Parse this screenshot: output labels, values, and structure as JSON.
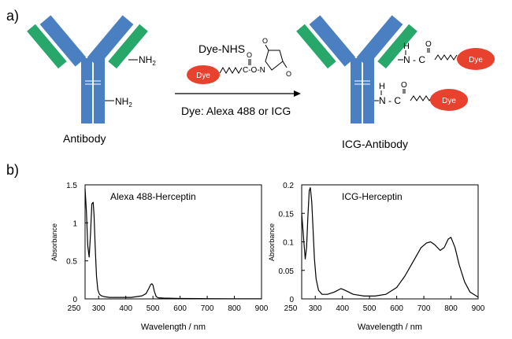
{
  "panel_a": {
    "label": "a)",
    "reagent": "Dye-NHS",
    "dye_label": "Dye",
    "linker_text": "C-O-N",
    "o_label": "O",
    "amine_label": "NH",
    "amine_sub": "2",
    "amide_n": "N - C",
    "amide_h": "H",
    "amide_o": "O",
    "reaction_condition": "Dye: Alexa 488 or ICG",
    "left_caption": "Antibody",
    "right_caption": "ICG-Antibody",
    "colors": {
      "antibody": "#4a7fc1",
      "light_chain": "#27a86a",
      "dye": "#e8412e"
    }
  },
  "panel_b": {
    "label": "b)"
  },
  "chart_data": [
    {
      "type": "line",
      "title": "Alexa 488-Herceptin",
      "xlabel": "Wavelength / nm",
      "ylabel": "Absorbance",
      "xlim": [
        250,
        900
      ],
      "ylim": [
        0,
        1.5
      ],
      "xticks": [
        "250",
        "300",
        "400",
        "500",
        "600",
        "700",
        "800",
        "900"
      ],
      "yticks": [
        "0",
        "0.5",
        "1",
        "1.5"
      ],
      "series": [
        {
          "x": [
            250,
            255,
            260,
            265,
            270,
            275,
            280,
            283,
            287,
            292,
            297,
            303,
            310,
            320,
            340,
            380,
            420,
            460,
            475,
            485,
            492,
            496,
            500,
            505,
            512,
            520,
            540,
            600,
            700,
            800,
            900
          ],
          "y": [
            1.45,
            1.15,
            0.7,
            0.55,
            0.85,
            1.25,
            1.27,
            1.1,
            0.7,
            0.3,
            0.12,
            0.06,
            0.04,
            0.03,
            0.02,
            0.02,
            0.02,
            0.04,
            0.07,
            0.14,
            0.19,
            0.2,
            0.18,
            0.1,
            0.03,
            0.015,
            0.01,
            0.005,
            0.003,
            0.002,
            0.002
          ]
        }
      ]
    },
    {
      "type": "line",
      "title": "ICG-Herceptin",
      "xlabel": "Wavelength / nm",
      "ylabel": "Absorbance",
      "xlim": [
        250,
        900
      ],
      "ylim": [
        0,
        0.2
      ],
      "xticks": [
        "250",
        "300",
        "400",
        "500",
        "600",
        "700",
        "800",
        "900"
      ],
      "yticks": [
        "0",
        "0.05",
        "0.1",
        "0.15",
        "0.2"
      ],
      "series": [
        {
          "x": [
            250,
            258,
            263,
            268,
            273,
            278,
            282,
            287,
            292,
            297,
            303,
            312,
            325,
            345,
            370,
            395,
            410,
            440,
            480,
            520,
            560,
            600,
            630,
            660,
            690,
            710,
            725,
            740,
            760,
            775,
            790,
            800,
            815,
            830,
            850,
            870,
            900
          ],
          "y": [
            0.15,
            0.1,
            0.07,
            0.09,
            0.145,
            0.19,
            0.195,
            0.17,
            0.12,
            0.07,
            0.035,
            0.015,
            0.008,
            0.008,
            0.012,
            0.018,
            0.015,
            0.008,
            0.005,
            0.005,
            0.008,
            0.02,
            0.04,
            0.065,
            0.09,
            0.098,
            0.1,
            0.095,
            0.085,
            0.09,
            0.105,
            0.108,
            0.09,
            0.06,
            0.03,
            0.012,
            0.003
          ]
        }
      ]
    }
  ]
}
